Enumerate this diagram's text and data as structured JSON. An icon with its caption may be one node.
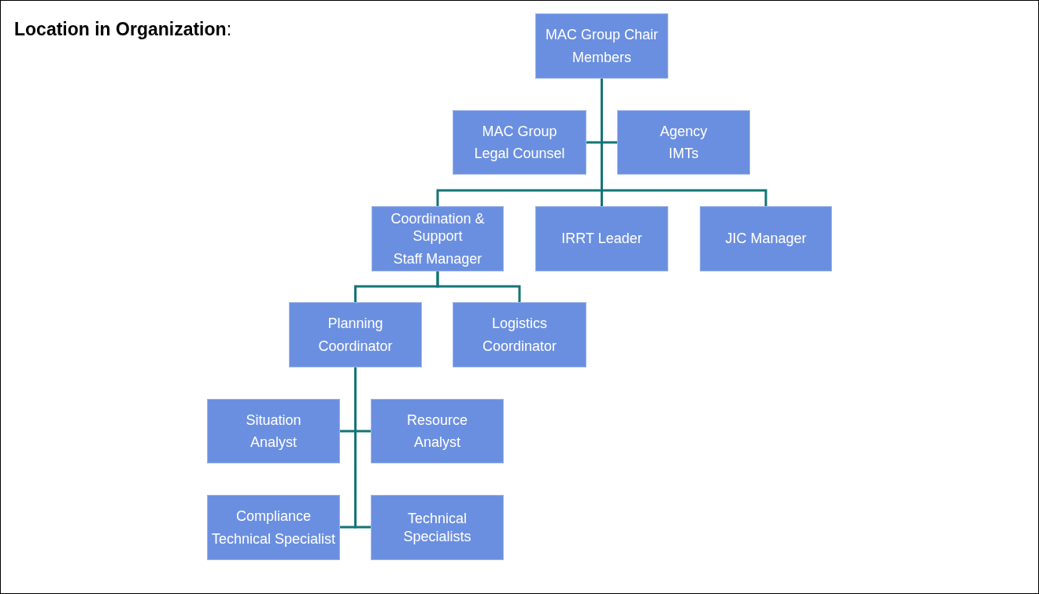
{
  "diagram": {
    "title": "**Location in Organization**:",
    "nodes": [
      {
        "text": [
          "MAC Group Chair",
          "Members"
        ]
      },
      {
        "text": [
          "MAC Group",
          "Legal Counsel"
        ]
      },
      {
        "text": [
          "Agency",
          "IMTs"
        ]
      },
      {
        "text": [
          "Coordination & Support",
          "Staff Manager"
        ]
      },
      {
        "text": [
          "IRRT Leader"
        ]
      },
      {
        "text": [
          "JIC Manager"
        ]
      },
      {
        "text": [
          "Planning",
          "Coordinator"
        ]
      },
      {
        "text": [
          "Logistics",
          "Coordinator"
        ]
      },
      {
        "text": [
          "Situation",
          "Analyst"
        ]
      },
      {
        "text": [
          "Resource",
          "Analyst"
        ]
      },
      {
        "text": [
          "Compliance",
          "Technical Specialist"
        ]
      },
      {
        "text": [
          "Technical Specialists"
        ]
      }
    ],
    "edges": [
      {
        "from": 0,
        "to": 1,
        "arrow": "none"
      },
      {
        "from": 0,
        "to": 2,
        "arrow": "none"
      },
      {
        "from": 0,
        "to": 3,
        "arrow": "none"
      },
      {
        "from": 0,
        "to": 4,
        "arrow": "none"
      },
      {
        "from": 0,
        "to": 5,
        "arrow": "none"
      },
      {
        "from": 3,
        "to": 6,
        "arrow": "none"
      },
      {
        "from": 3,
        "to": 7,
        "arrow": "none"
      },
      {
        "from": 6,
        "to": 8,
        "arrow": "none"
      },
      {
        "from": 6,
        "to": 9,
        "arrow": "none"
      },
      {
        "from": 6,
        "to": 10,
        "arrow": "none"
      },
      {
        "from": 6,
        "to": 11,
        "arrow": "none"
      }
    ]
  }
}
